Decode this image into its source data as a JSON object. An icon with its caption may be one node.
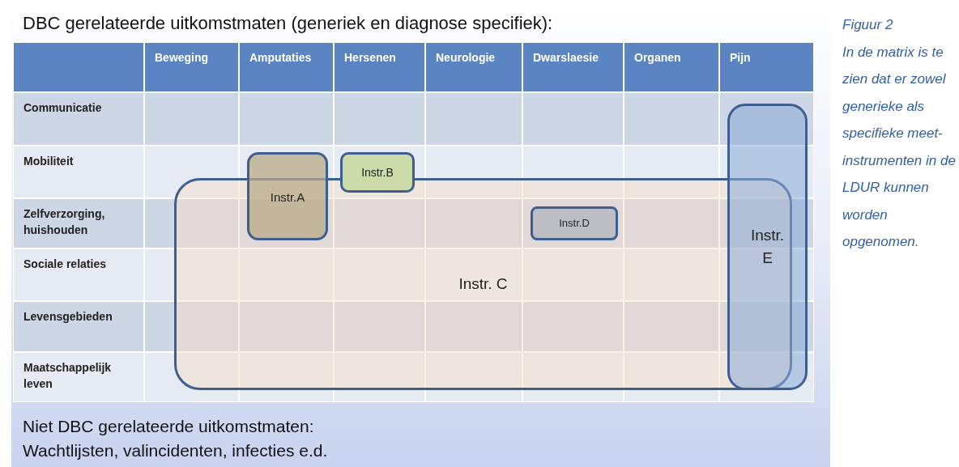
{
  "diagram": {
    "title": "DBC gerelateerde uitkomstmaten (generiek en diagnose specifiek):",
    "caption": "In de matrix is te zien dat er zowel generieke als specifieke meet-instrumenten in de LDUR kunnen worden opgenomen.",
    "nodes": [
      {
        "text": [
          "Instr. C"
        ]
      },
      {
        "text": [
          "Instr.A"
        ]
      },
      {
        "text": [
          "Instr.B"
        ]
      },
      {
        "text": [
          "Instr.D"
        ],
        "in": 0
      },
      {
        "text": [
          "Instr. E"
        ]
      }
    ],
    "labels": [
      "Beweging",
      "Amputaties",
      "Hersenen",
      "Neurologie",
      "Dwarslaesie",
      "Organen",
      "Pijn",
      "Communicatie",
      "Mobiliteit",
      "Zelfverzorging, huishouden",
      "Sociale relaties",
      "Levensgebieden",
      "Maatschappelijk leven",
      "Niet DBC gerelateerde uitkomstmaten:",
      "Wachtlijsten, valincidenten, infecties e.d.",
      "Figuur 2"
    ]
  }
}
